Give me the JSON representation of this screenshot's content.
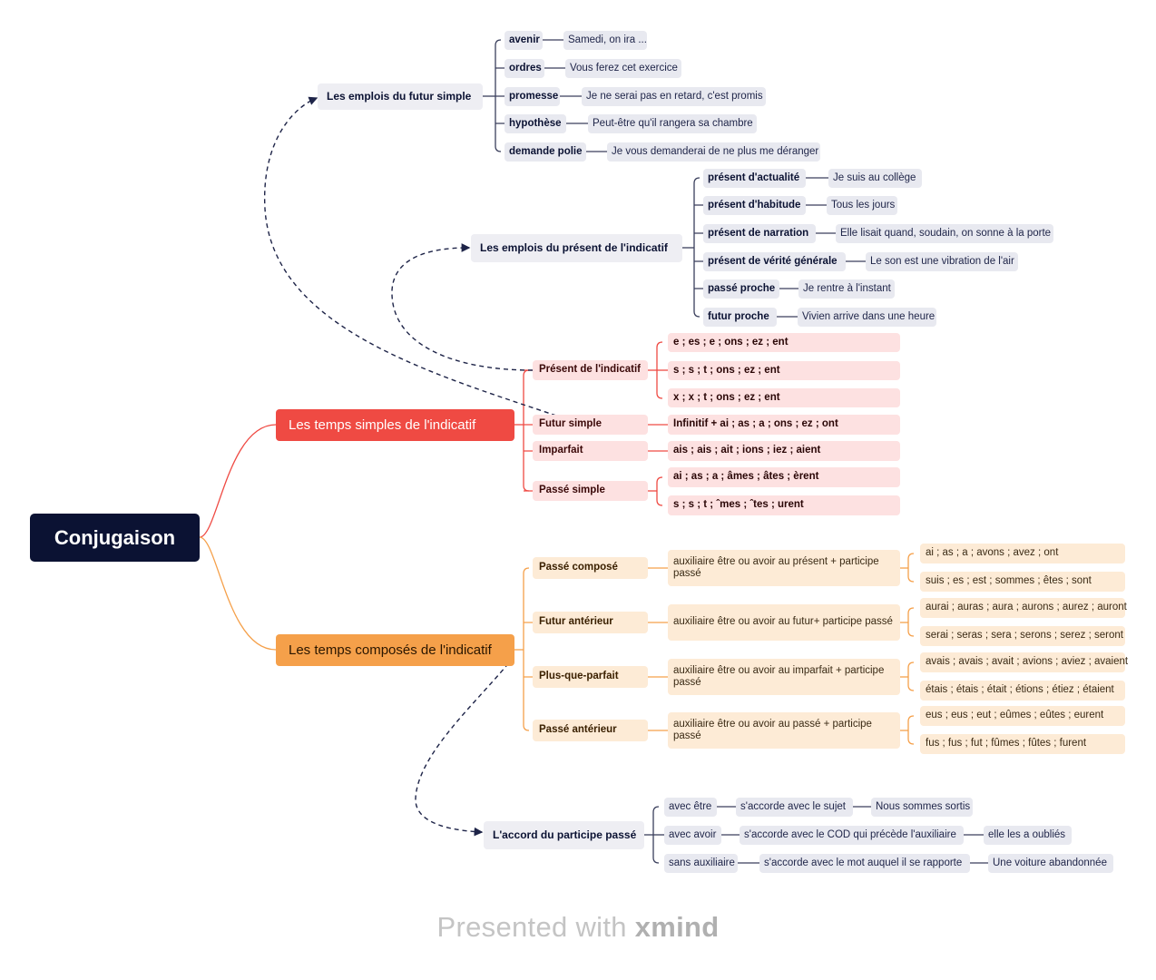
{
  "root": "Conjugaison",
  "futur_simple_uses": {
    "title": "Les emplois du futur simple",
    "items": [
      {
        "label": "avenir",
        "example": "Samedi, on ira ..."
      },
      {
        "label": "ordres",
        "example": "Vous ferez cet exercice"
      },
      {
        "label": "promesse",
        "example": "Je ne serai pas en retard, c'est promis"
      },
      {
        "label": "hypothèse",
        "example": "Peut-être qu'il rangera sa chambre"
      },
      {
        "label": "demande polie",
        "example": "Je vous demanderai de ne plus me déranger"
      }
    ]
  },
  "present_uses": {
    "title": "Les emplois du présent de l'indicatif",
    "items": [
      {
        "label": "présent d'actualité",
        "example": "Je suis au collège"
      },
      {
        "label": "présent d'habitude",
        "example": "Tous les jours"
      },
      {
        "label": "présent de narration",
        "example": "Elle lisait quand, soudain, on sonne à la porte"
      },
      {
        "label": "présent de vérité générale",
        "example": "Le son est une vibration de l'air"
      },
      {
        "label": "passé proche",
        "example": "Je rentre à l'instant"
      },
      {
        "label": "futur proche",
        "example": "Vivien arrive dans une heure"
      }
    ]
  },
  "simples": {
    "title": "Les temps simples de l'indicatif",
    "tenses": [
      {
        "label": "Présent de l'indicatif",
        "endings": [
          "e ; es ; e ; ons ; ez ; ent",
          "s ; s ; t ; ons ; ez ; ent",
          "x ; x ; t ; ons ; ez ; ent"
        ]
      },
      {
        "label": "Futur simple",
        "endings": [
          "Infinitif + ai ; as ; a ; ons ; ez ; ont"
        ]
      },
      {
        "label": "Imparfait",
        "endings": [
          "ais ; ais ; ait ; ions ; iez ; aient"
        ]
      },
      {
        "label": "Passé simple",
        "endings": [
          "ai ; as ; a ; âmes ; âtes ; èrent",
          "s ; s ; t ; ˆmes ; ˆtes ; urent"
        ]
      }
    ]
  },
  "composes": {
    "title": "Les temps composés de l'indicatif",
    "tenses": [
      {
        "label": "Passé composé",
        "rule": "auxiliaire être ou avoir au présent + participe passé",
        "aux": [
          "ai ; as ; a ; avons ; avez ; ont",
          "suis ; es ; est ; sommes ; êtes ; sont"
        ]
      },
      {
        "label": "Futur antérieur",
        "rule": "auxiliaire être ou avoir au futur+ participe passé",
        "aux": [
          "aurai ; auras ; aura ; aurons ; aurez ; auront",
          "serai ; seras ; sera ; serons ; serez ; seront"
        ]
      },
      {
        "label": "Plus-que-parfait",
        "rule": "auxiliaire être ou avoir au imparfait + participe passé",
        "aux": [
          "avais ; avais ; avait ; avions ; aviez ; avaient",
          "étais ; étais ; était ; étions ; étiez ; étaient"
        ]
      },
      {
        "label": "Passé antérieur",
        "rule": "auxiliaire être ou avoir au passé + participe passé",
        "aux": [
          "eus ; eus ; eut ; eûmes ; eûtes ; eurent",
          "fus ; fus ; fut ; fûmes ; fûtes ; furent"
        ]
      }
    ]
  },
  "accord": {
    "title": "L'accord du participe passé",
    "cases": [
      {
        "label": "avec être",
        "rule": "s'accorde avec le sujet",
        "example": "Nous sommes sortis"
      },
      {
        "label": "avec avoir",
        "rule": "s'accorde avec le COD qui précède l'auxiliaire",
        "example": "elle les a oubliés"
      },
      {
        "label": "sans auxiliaire",
        "rule": "s'accorde avec le mot auquel il se rapporte",
        "example": "Une voiture abandonnée"
      }
    ]
  },
  "footer": {
    "prefix": "Presented with ",
    "brand": "xmind"
  },
  "colors": {
    "root": "#0b1233",
    "simples": "#ef4a43",
    "composes": "#f5a04a",
    "floating": "#eeeef3",
    "connector": "#4a4f6b"
  }
}
